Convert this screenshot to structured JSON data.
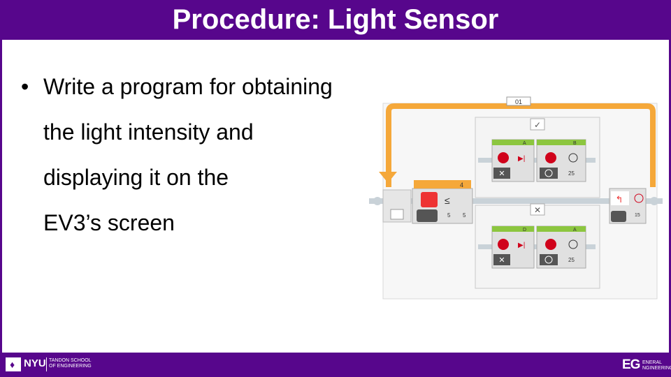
{
  "slide": {
    "title": "Procedure: Light Sensor",
    "bullet_lines": [
      "Write a program for obtaining",
      "the light intensity and",
      "displaying it on the",
      "EV3’s screen"
    ]
  },
  "program": {
    "loop_label": "01",
    "switch_value": "4",
    "compare_threshold": "5",
    "compare_value": "5",
    "top_case_symbol": "✓",
    "bottom_case_symbol": "✕",
    "top_motors": {
      "left_port": "A",
      "right_port": "B",
      "right_power": "25"
    },
    "bottom_motors": {
      "left_port": "D",
      "right_port": "A",
      "right_power": "25"
    },
    "end_block_value": "15"
  },
  "footer": {
    "nyu": "NYU",
    "tandon_line1": "TANDON SCHOOL",
    "tandon_line2": "OF ENGINEERING",
    "eg_logo": "EG",
    "eg_line1": "ENERAL",
    "eg_line2": "NGINEERING"
  },
  "colors": {
    "brand_purple": "#57068c",
    "loop_orange": "#f5a83a",
    "motor_green": "#8cc63f"
  }
}
